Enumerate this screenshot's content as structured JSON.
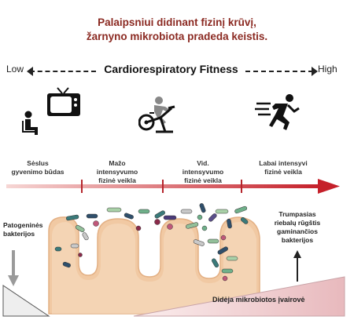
{
  "title": {
    "line1": "Palaipsniui didinant fizinį krūvį,",
    "line2": "žarnyno mikrobiota pradeda keistis."
  },
  "fitness_axis": {
    "low": "Low",
    "label": "Cardiorespiratory Fitness",
    "high": "High"
  },
  "levels": [
    {
      "icon": "tv-sitting-person-icon",
      "line1": "Sėslus",
      "line2": "gyvenimo būdas",
      "line3": ""
    },
    {
      "icon": "stationary-bike-icon",
      "line1": "Mažo",
      "line2": "intensyvumo",
      "line3": "fizinė veikla"
    },
    {
      "icon": "",
      "line1": "Vid.",
      "line2": "intensyvumo",
      "line3": "fizinė veikla"
    },
    {
      "icon": "running-person-icon",
      "line1": "Labai intensyvi",
      "line2": "fizinė veikla",
      "line3": ""
    }
  ],
  "left_label": {
    "line1": "Patogeninės",
    "line2": "bakterijos"
  },
  "right_label": {
    "line1": "Trumpasias",
    "line2": "riebalų rūgštis",
    "line3": "gaminančios",
    "line4": "bakterijos"
  },
  "diversity_label": "Didėja mikrobiotos įvairovė",
  "colors": {
    "title": "#8b2a22",
    "gradient_arrow_start": "#f3c9c6",
    "gradient_arrow_end": "#c5202a",
    "intestine": "#f1c9a3",
    "intestine_inner": "#f7dcc0",
    "diversity_wedge": "#e8b9bd"
  }
}
